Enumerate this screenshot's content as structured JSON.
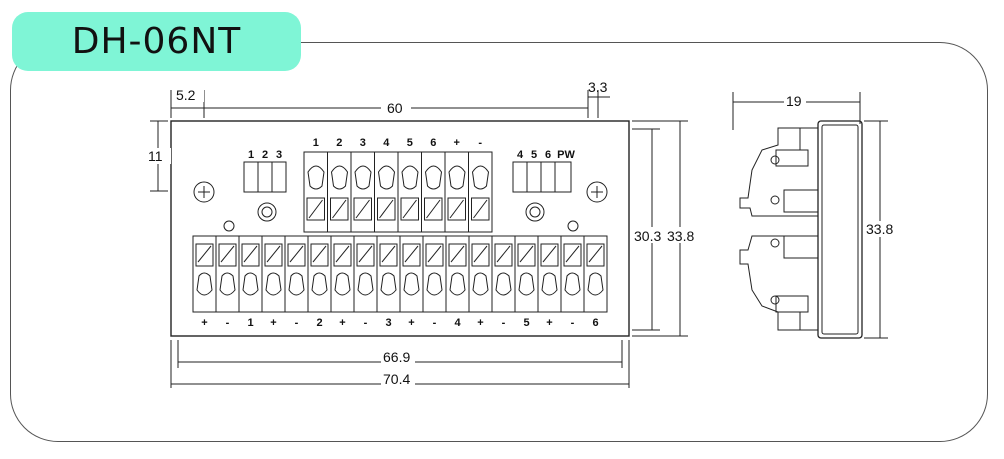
{
  "title": "DH-06NT",
  "dimensions": {
    "top_offset": "5.2",
    "top_width": "60",
    "top_right": "3.3",
    "left_height": "11",
    "inner_height": "30.3",
    "outer_height": "33.8",
    "inner_width": "66.9",
    "outer_width": "70.4",
    "side_width": "19",
    "side_height": "33.8"
  },
  "top_left_labels": [
    "1",
    "2",
    "3"
  ],
  "top_mid_labels": [
    "1",
    "2",
    "3",
    "4",
    "5",
    "6",
    "+",
    "-"
  ],
  "top_right_labels": [
    "4",
    "5",
    "6",
    "PW"
  ],
  "bottom_labels": [
    "+",
    "-",
    "1",
    "+",
    "-",
    "2",
    "+",
    "-",
    "3",
    "+",
    "-",
    "4",
    "+",
    "-",
    "5",
    "+",
    "-",
    "6"
  ]
}
